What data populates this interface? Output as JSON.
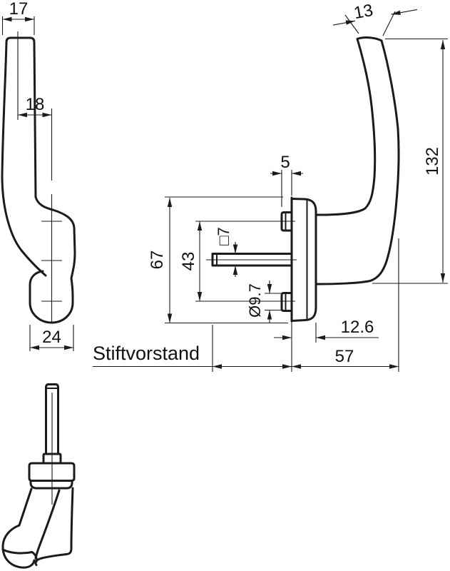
{
  "drawing": {
    "label_stiftvorstand": "Stiftvorstand",
    "dims": {
      "grip_width": "17",
      "grip_offset": "18",
      "rosette_width": "24",
      "handle_tip_width": "13",
      "screw_boss_protrusion": "5",
      "handle_length": "132",
      "plate_height": "67",
      "screw_spacing": "43",
      "spindle_square": "□7",
      "screw_boss_diameter": "Ø9.7",
      "plate_thickness": "12.6",
      "handle_depth": "57"
    }
  }
}
